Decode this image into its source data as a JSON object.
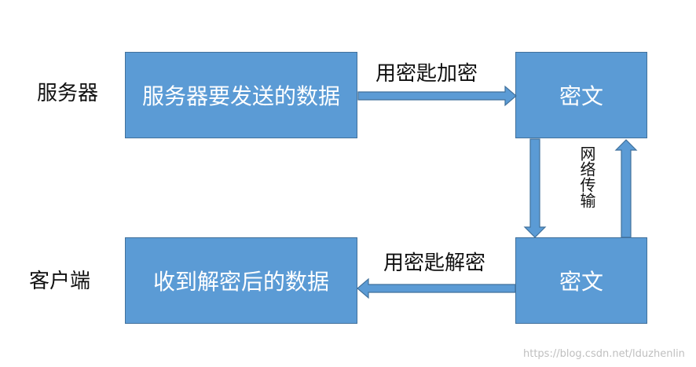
{
  "roles": {
    "server": "服务器",
    "client": "客户端"
  },
  "boxes": {
    "server_data": "服务器要发送的数据",
    "ciphertext_top": "密文",
    "ciphertext_bottom": "密文",
    "client_data": "收到解密后的数据"
  },
  "edges": {
    "encrypt": "用密匙加密",
    "transmit": "网络传输",
    "decrypt": "用密匙解密"
  },
  "watermark": "https://blog.csdn.net/lduzhenlin",
  "colors": {
    "box_fill": "#5b9bd5",
    "box_border": "#41719c",
    "box_text": "#ffffff"
  }
}
